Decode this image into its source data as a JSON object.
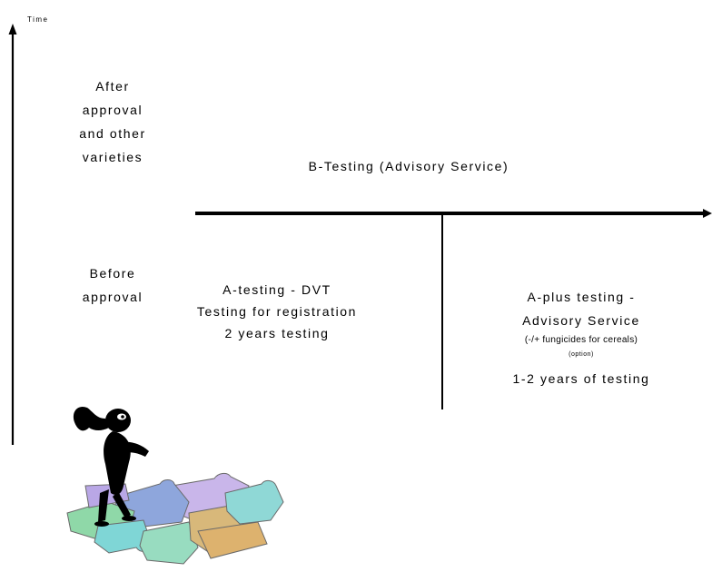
{
  "axis": {
    "label": "Time"
  },
  "phases": {
    "after": [
      "After",
      "approval",
      "and other",
      "varieties"
    ],
    "before": [
      "Before",
      "approval"
    ]
  },
  "b_testing": {
    "label": "B-Testing (Advisory Service)"
  },
  "a_testing": {
    "line1": "A-testing - DVT",
    "line2": "Testing for registration",
    "line3": "2 years testing"
  },
  "a_plus": {
    "line1": "A-plus testing -",
    "line2": "Advisory Service",
    "note": "(-/+ fungicides for cereals)",
    "option": "(option)",
    "duration": "1-2 years of testing"
  },
  "clipart": {
    "icon": "thinking-person-on-puzzle-pieces"
  }
}
